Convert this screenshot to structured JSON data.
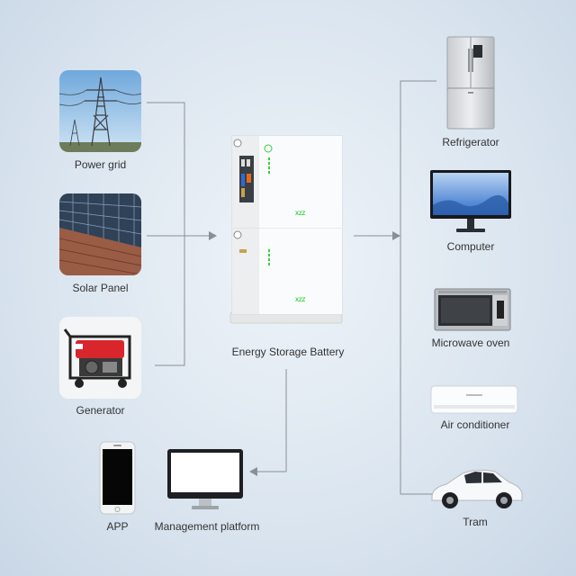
{
  "sources": {
    "power_grid": "Power grid",
    "solar_panel": "Solar Panel",
    "generator": "Generator"
  },
  "center": {
    "battery": "Energy Storage Battery",
    "brand_mark": "XZZ"
  },
  "monitoring": {
    "app": "APP",
    "platform": "Management platform"
  },
  "loads": {
    "refrigerator": "Refrigerator",
    "computer": "Computer",
    "microwave": "Microwave oven",
    "air_conditioner": "Air conditioner",
    "tram": "Tram"
  },
  "colors": {
    "line": "#8a8f96",
    "sky": "#9cc4e6",
    "solar": "#3a4d63",
    "generator_red": "#d8262c",
    "battery_white": "#f7f8f9",
    "battery_led": "#36d13c"
  }
}
